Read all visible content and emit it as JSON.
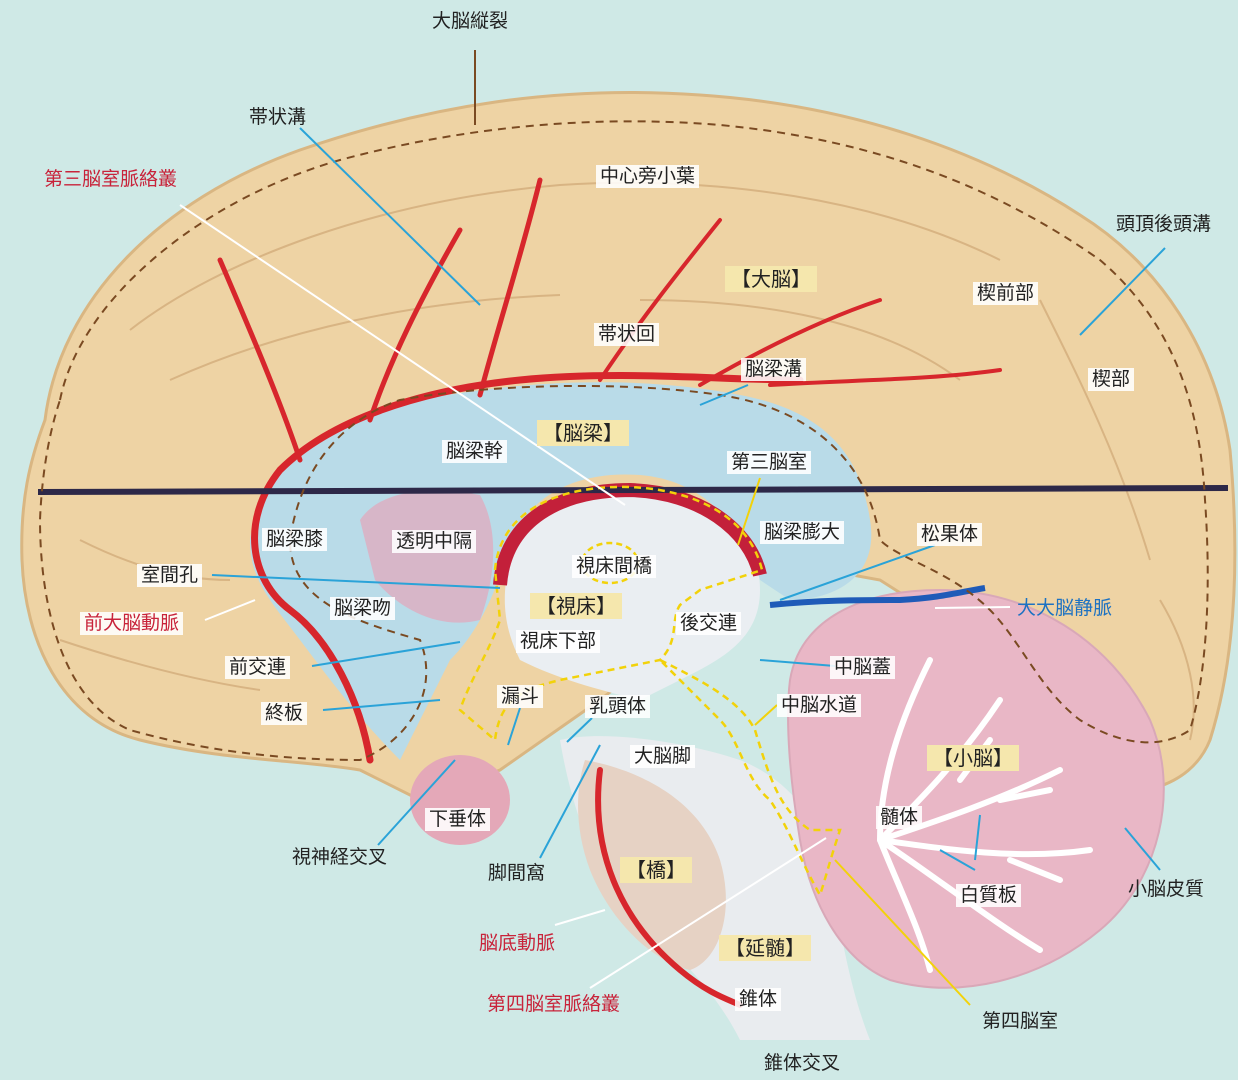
{
  "colors": {
    "background": "#cfe9e6",
    "cortex": "#eed3a4",
    "ventricle": "#b9dbe8",
    "artery": "#d7262c",
    "vein": "#1f5bb8",
    "cerebellum_cortex": "#e9b7c6",
    "callout_blue": "#2aa3d8",
    "callout_yellow": "#f2d20a",
    "callout_white": "#ffffff",
    "callout_brown": "#7a4a22",
    "label_red": "#c8233a",
    "label_blue": "#1d72c2",
    "region_label_bg": "#f5e7ad"
  },
  "labels": {
    "great_longitudinal_fissure": "大脳縦裂",
    "cingulate_sulcus": "帯状溝",
    "choroid_plexus_third": "第三脳室脈絡叢",
    "paracentral_lobule": "中心旁小葉",
    "parieto_occipital_sulcus": "頭頂後頭溝",
    "cerebrum": "【大脳】",
    "precuneus": "楔前部",
    "cingulate_gyrus": "帯状回",
    "cuneus": "楔部",
    "callosal_sulcus": "脳梁溝",
    "corpus_callosum": "【脳梁】",
    "callosal_trunk": "脳梁幹",
    "third_ventricle": "第三脳室",
    "genu": "脳梁膝",
    "septum_pellucidum": "透明中隔",
    "splenium": "脳梁膨大",
    "pineal_body": "松果体",
    "interthalamic_adhesion": "視床間橋",
    "interventricular_foramen": "室間孔",
    "thalamus": "【視床】",
    "great_cerebral_vein": "大大脳静脈",
    "anterior_cerebral_artery": "前大脳動脈",
    "rostrum": "脳梁吻",
    "hypothalamus": "視床下部",
    "posterior_commissure": "後交連",
    "anterior_commissure": "前交連",
    "tectum": "中脳蓋",
    "infundibulum": "漏斗",
    "mammillary_body": "乳頭体",
    "cerebral_aqueduct": "中脳水道",
    "lamina_terminalis": "終板",
    "cerebral_peduncle": "大脳脚",
    "cerebellum": "【小脳】",
    "hypophysis": "下垂体",
    "medullary_body": "髄体",
    "optic_chiasm": "視神経交叉",
    "interpeduncular_fossa": "脚間窩",
    "pons": "【橋】",
    "white_laminae": "白質板",
    "cerebellar_cortex": "小脳皮質",
    "basilar_artery": "脳底動脈",
    "medulla": "【延髄】",
    "choroid_plexus_fourth": "第四脳室脈絡叢",
    "pyramid": "錐体",
    "fourth_ventricle": "第四脳室",
    "pyramidal_decussation": "錐体交叉"
  }
}
